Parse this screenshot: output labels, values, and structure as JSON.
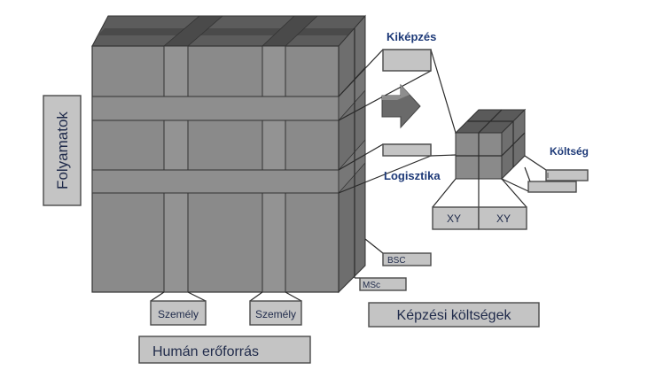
{
  "labels": {
    "vertical_axis": "Folyamatok",
    "bottom_axis": "Humán erőforrás",
    "persons": [
      "Személy",
      "Személy"
    ],
    "slice_top": "Kiképzés",
    "slice_middle": "Logisztika",
    "small_cube_right": "Költség",
    "small_cube_bottom": [
      "XY",
      "XY"
    ],
    "stack_small": [
      "BSC",
      "MSc"
    ],
    "stack_large": "Képzési költségek"
  },
  "colors": {
    "cube_front": "#8a8a8a",
    "cube_top": "#5a5a5a",
    "cube_side": "#6f6f6f",
    "label_fill": "#c4c4c4",
    "text_dark": "#1f2a4a",
    "text_blue": "#1e3a78"
  }
}
